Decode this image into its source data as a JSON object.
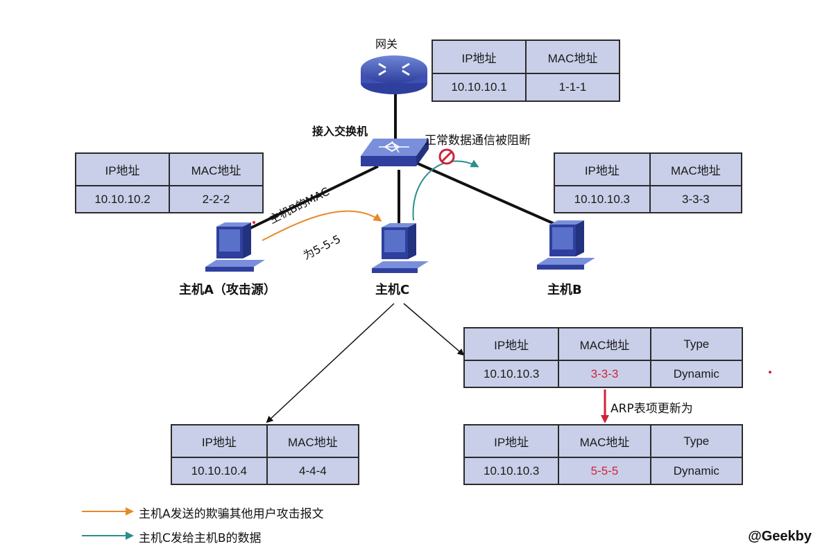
{
  "labels": {
    "gateway": "网关",
    "switch": "接入交换机",
    "blocked": "正常数据通信被阻断",
    "spoof_line1": "主机B的MAC",
    "spoof_line2": "为5-5-5",
    "hostA": "主机A（攻击源）",
    "hostC": "主机C",
    "hostB": "主机B",
    "arp_update": "ARP表项更新为"
  },
  "tables": {
    "gateway": {
      "ip_header": "IP地址",
      "mac_header": "MAC地址",
      "ip": "10.10.10.1",
      "mac": "1-1-1"
    },
    "hostA": {
      "ip_header": "IP地址",
      "mac_header": "MAC地址",
      "ip": "10.10.10.2",
      "mac": "2-2-2"
    },
    "hostB": {
      "ip_header": "IP地址",
      "mac_header": "MAC地址",
      "ip": "10.10.10.3",
      "mac": "3-3-3"
    },
    "hostC_self": {
      "ip_header": "IP地址",
      "mac_header": "MAC地址",
      "ip": "10.10.10.4",
      "mac": "4-4-4"
    },
    "arp_before": {
      "ip_header": "IP地址",
      "mac_header": "MAC地址",
      "type_header": "Type",
      "ip": "10.10.10.3",
      "mac": "3-3-3",
      "type": "Dynamic"
    },
    "arp_after": {
      "ip_header": "IP地址",
      "mac_header": "MAC地址",
      "type_header": "Type",
      "ip": "10.10.10.3",
      "mac": "5-5-5",
      "type": "Dynamic"
    }
  },
  "legend": {
    "orange": "主机A发送的欺骗其他用户攻击报文",
    "teal": "主机C发给主机B的数据"
  },
  "watermark": "@Geekby",
  "colors": {
    "orange_arrow": "#e8892a",
    "teal_arrow": "#2a8f8a",
    "table_fill": "#c9cfe8",
    "device_blue": "#3f51b5",
    "red_text": "#d0223a",
    "block_symbol": "#d0223a"
  }
}
